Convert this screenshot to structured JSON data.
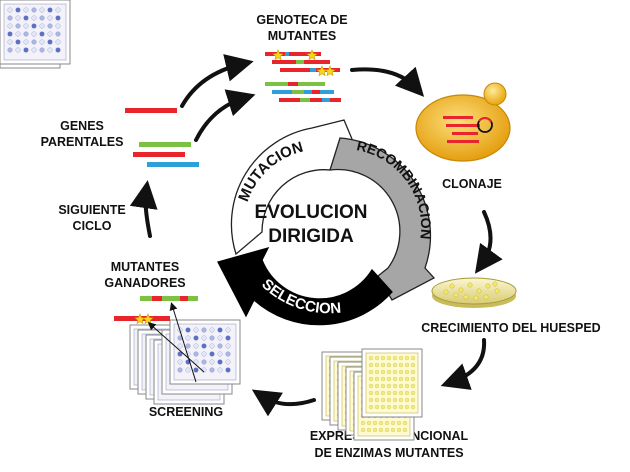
{
  "labels": {
    "genoteca": [
      "GENOTECA DE",
      "MUTANTES"
    ],
    "clonaje": "CLONAJE",
    "crecimiento": "CRECIMIENTO DEL HUESPED",
    "expresion": [
      "EXPRESSION FUNCIONAL",
      "DE ENZIMAS MUTANTES"
    ],
    "screening": "SCREENING",
    "ganadores": [
      "MUTANTES",
      "GANADORES"
    ],
    "siguiente": [
      "SIGUIENTE",
      "CICLO"
    ],
    "parentales": [
      "GENES",
      "PARENTALES"
    ]
  },
  "center": {
    "line1": "EVOLUCION",
    "line2": "DIRIGIDA"
  },
  "cycle": {
    "mutacion": "MUTACION",
    "recombinacion": "RECOMBINACION",
    "screening": "SCREENING",
    "seleccion": "SELECCION"
  },
  "colors": {
    "red": "#e8252b",
    "green": "#7cc242",
    "blue": "#2e9fd8",
    "gray_arc": "#a6a6a6",
    "black_arc": "#000000",
    "yeast": "#f2b418",
    "plate_colony": "#f3e86a",
    "screen_well": "#5b6fc4"
  }
}
